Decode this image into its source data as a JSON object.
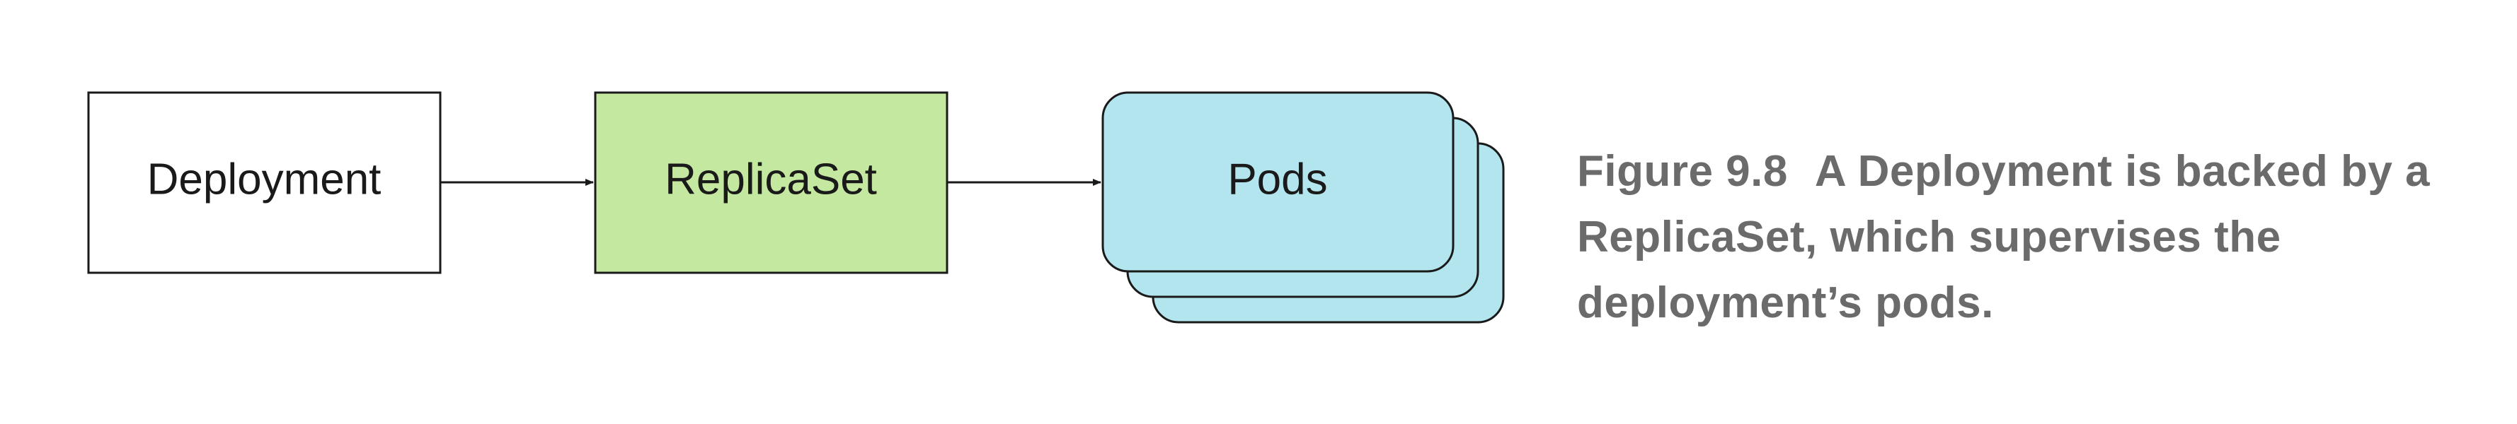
{
  "diagram": {
    "nodes": {
      "deployment": {
        "label": "Deployment",
        "fill": "#ffffff"
      },
      "replicaset": {
        "label": "ReplicaSet",
        "fill": "#c5e8a1"
      },
      "pods": {
        "label": "Pods",
        "fill": "#b3e5ef"
      }
    },
    "edges": [
      {
        "from": "deployment",
        "to": "replicaset"
      },
      {
        "from": "replicaset",
        "to": "pods"
      }
    ],
    "stroke_color": "#1a1a1a"
  },
  "caption": {
    "figure_number": "Figure 9.8",
    "text": "A Deployment is backed by a ReplicaSet, which supervises the deployment’s pods.",
    "color": "#6b6b6b"
  }
}
